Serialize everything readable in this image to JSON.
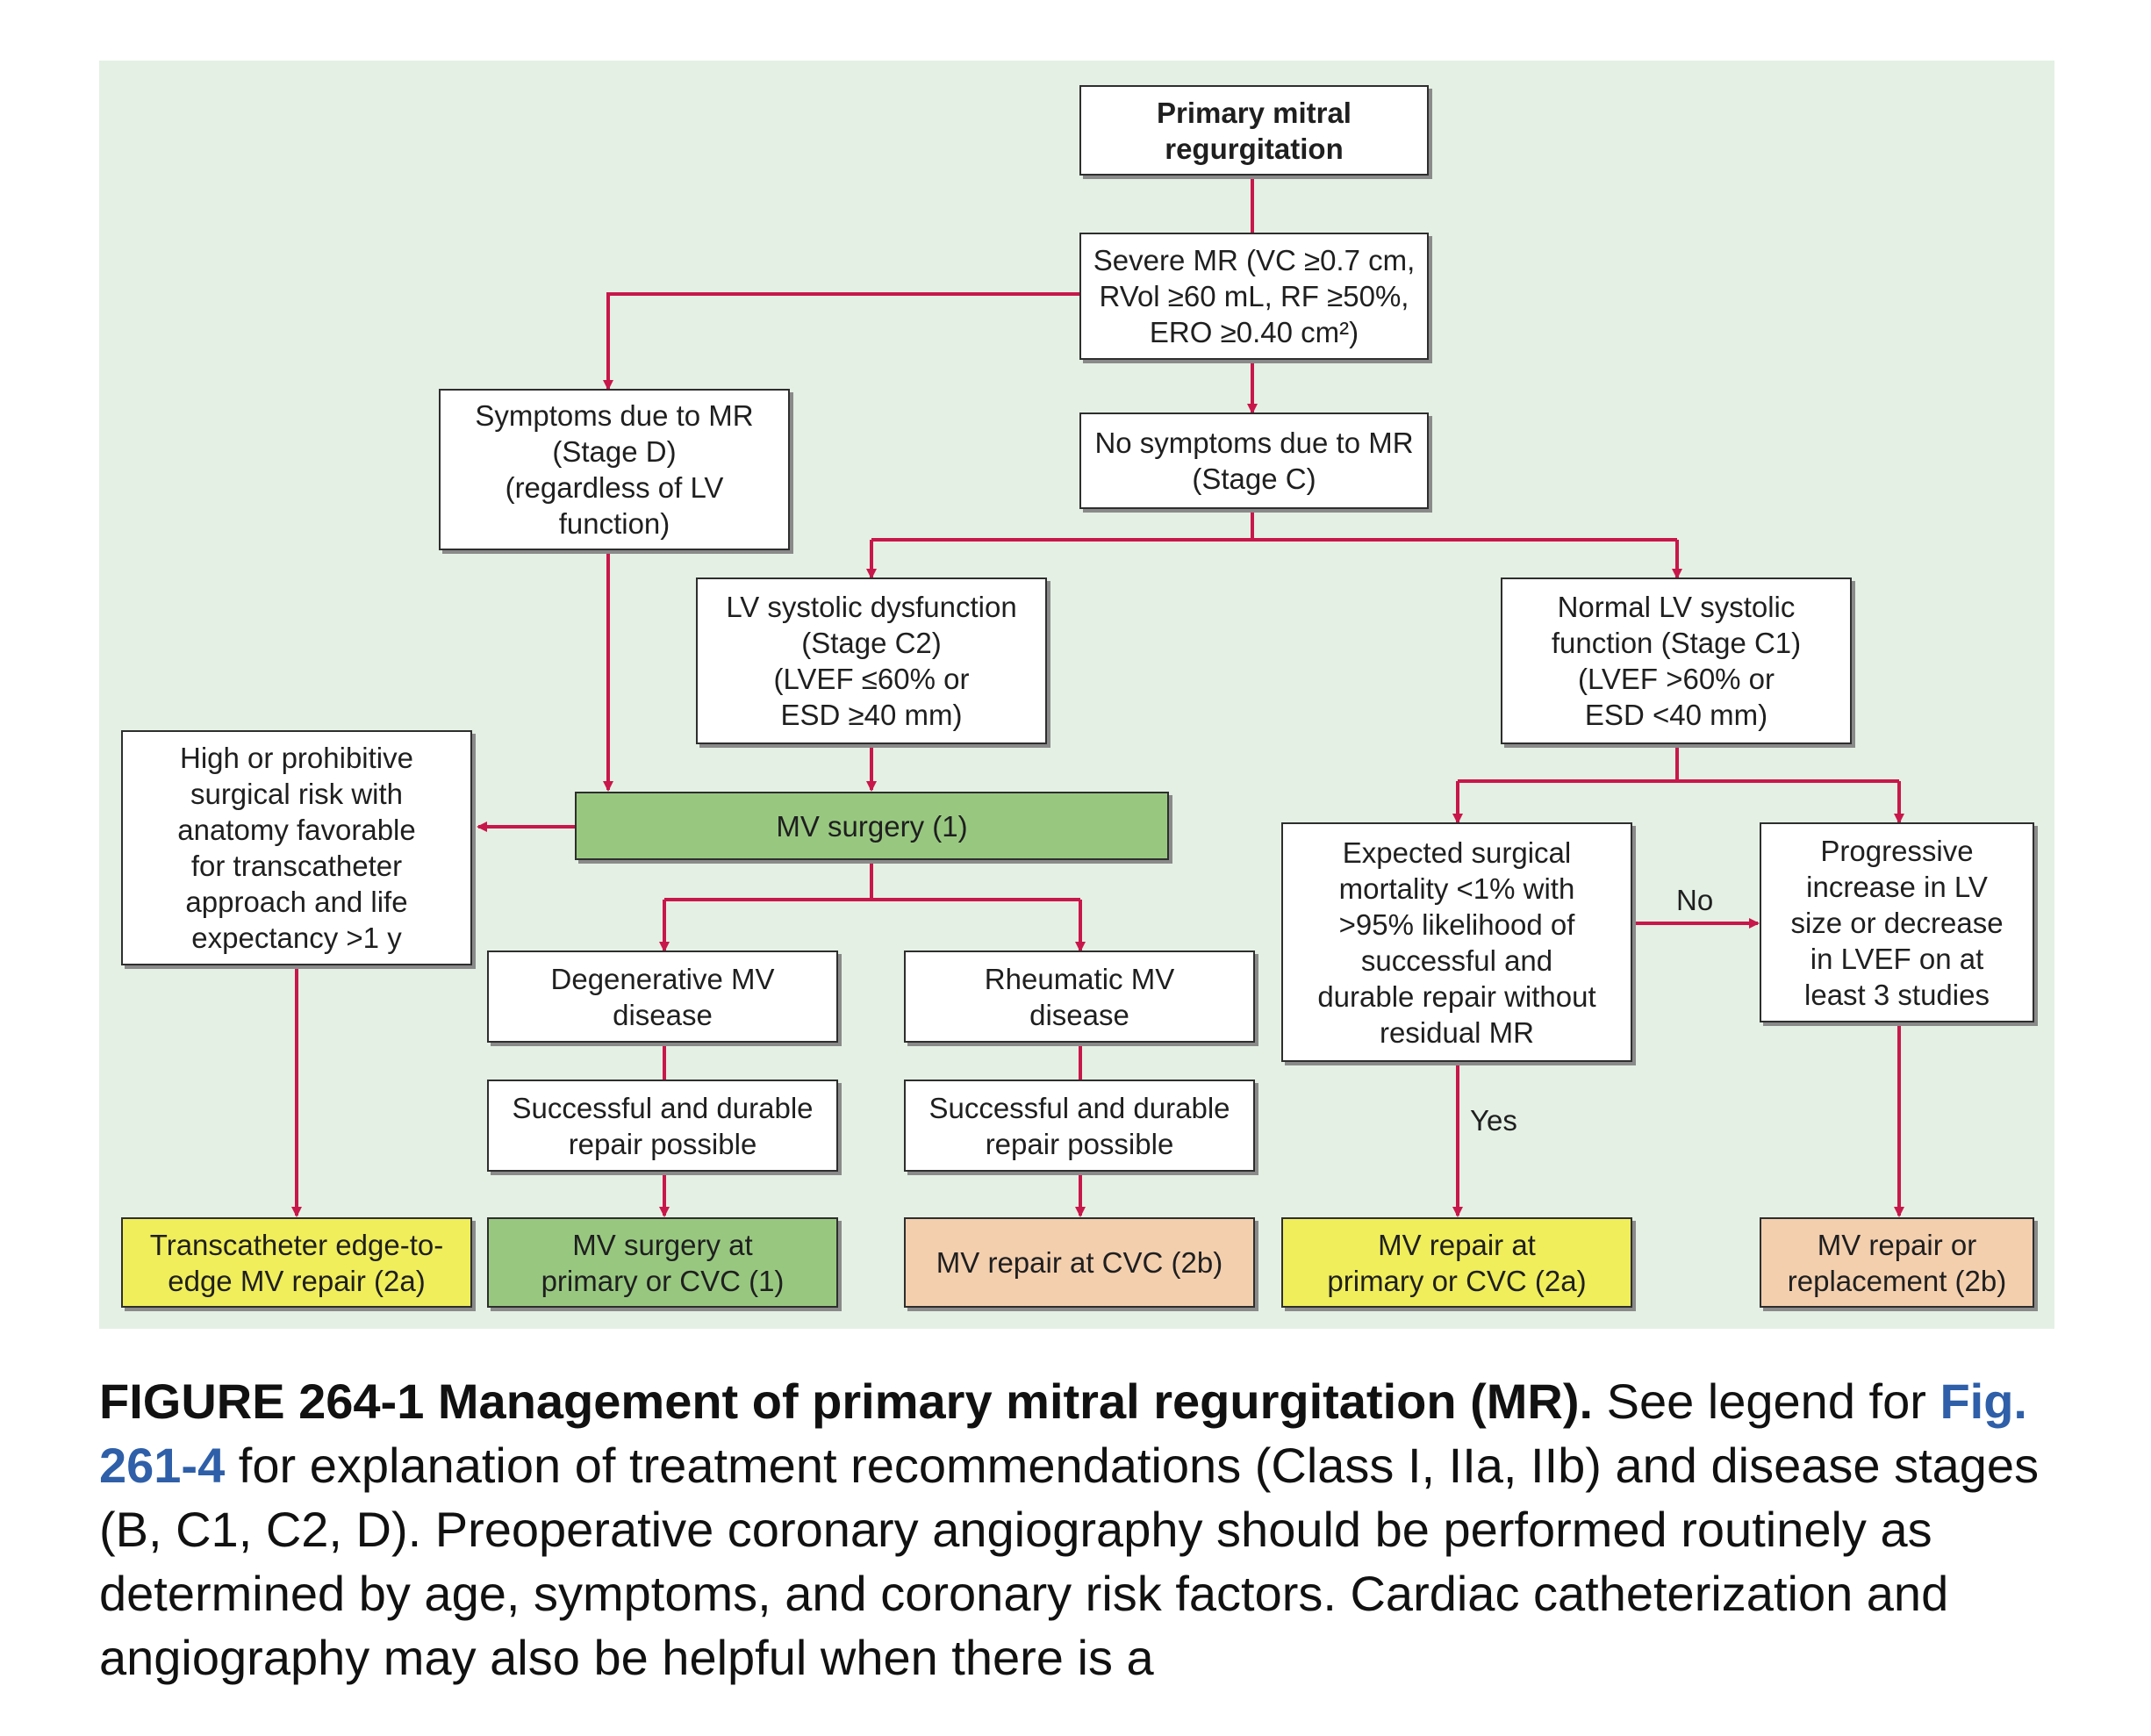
{
  "diagram": {
    "boxes": {
      "primary_mr": "Primary mitral\nregurgitation",
      "severe_mr": "Severe MR (VC ≥0.7 cm,\nRVol ≥60 mL, RF ≥50%,\nERO ≥0.40 cm²)",
      "symptoms": "Symptoms due to MR\n(Stage D)\n(regardless of LV\nfunction)",
      "no_symptoms": "No symptoms due to MR\n(Stage C)",
      "lv_dysfunction": "LV systolic dysfunction\n(Stage C2)\n(LVEF ≤60% or\nESD ≥40 mm)",
      "normal_lv": "Normal LV systolic\nfunction (Stage C1)\n(LVEF >60% or\nESD <40 mm)",
      "high_risk": "High or prohibitive\nsurgical risk with\nanatomy favorable\nfor transcatheter\napproach and life\nexpectancy >1 y",
      "mv_surgery": "MV surgery (1)",
      "expected_mortality": "Expected surgical\nmortality <1% with\n>95% likelihood of\nsuccessful and\ndurable repair without\nresidual MR",
      "progressive": "Progressive\nincrease in LV\nsize or decrease\nin LVEF on at\nleast 3 studies",
      "degenerative": "Degenerative MV\ndisease",
      "rheumatic": "Rheumatic MV\ndisease",
      "repair_possible_1": "Successful and durable\nrepair possible",
      "repair_possible_2": "Successful and durable\nrepair possible",
      "transcatheter": "Transcatheter edge-to-\nedge MV repair (2a)",
      "mv_surgery_primary": "MV surgery at\nprimary or CVC (1)",
      "mv_repair_cvc": "MV repair at CVC (2b)",
      "mv_repair_primary": "MV repair at\nprimary or CVC (2a)",
      "mv_repair_replacement": "MV repair or\nreplacement (2b)"
    },
    "labels": {
      "no": "No",
      "yes": "Yes"
    },
    "colors": {
      "background": "#e4f0e4",
      "connector": "#c8174a",
      "green_box": "#98c880",
      "yellow_box": "#f0ee5a",
      "peach_box": "#f3cfae"
    }
  },
  "caption": {
    "figure_label": "FIGURE 264-1 Management of primary mitral regurgitation (MR).",
    "text_1": " See legend for ",
    "link": "Fig. 261-4",
    "text_2": " for explanation of treatment recommendations (Class I, IIa, IIb) and disease stages (B, C1, C2, D). Preoperative coronary angiography should be performed routinely as determined by age, symptoms, and coronary risk factors. Cardiac catheterization and angiography may also be helpful when there is a"
  }
}
